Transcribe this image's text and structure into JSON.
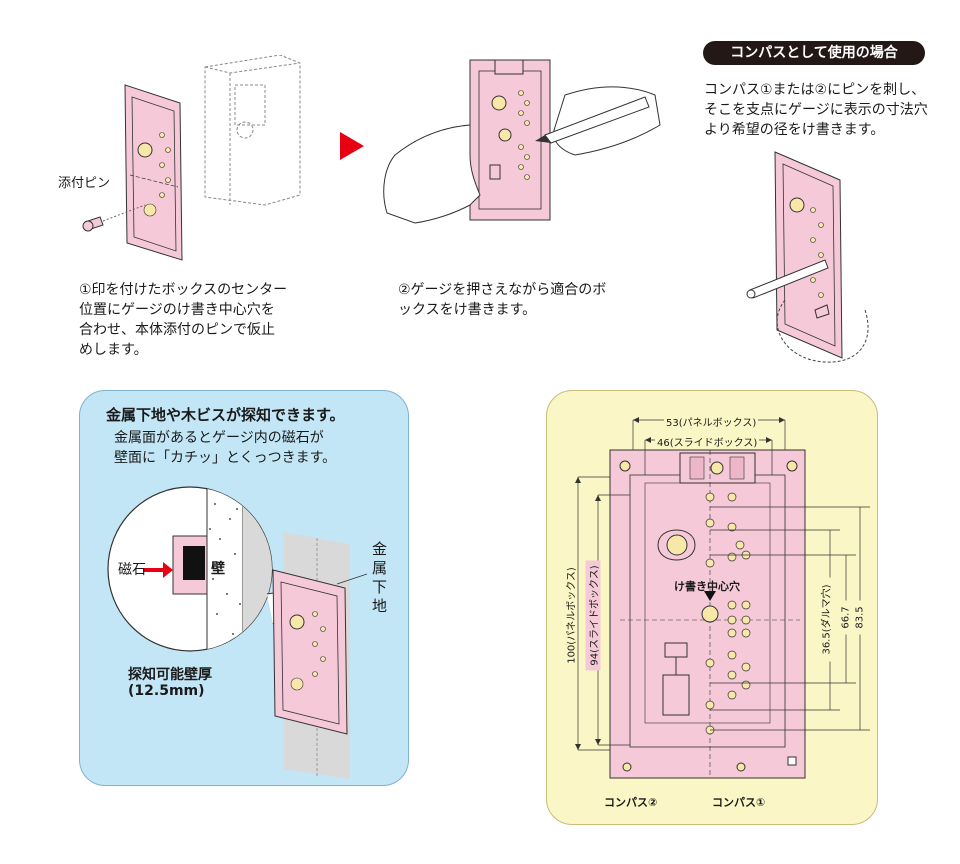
{
  "step1": {
    "pin_label": "添付ピン",
    "caption": "①印を付けたボックスのセンター\n位置にゲージのけ書き中心穴を\n合わせ、本体添付のピンで仮止\nめします。"
  },
  "step2": {
    "caption": "②ゲージを押さえながら適合のボ\nックスをけ書きます。"
  },
  "compass": {
    "title": "コンパスとして使用の場合",
    "caption": "コンパス①または②にピンを刺し、\nそこを支点にゲージに表示の寸法穴\nより希望の径をけ書きます。"
  },
  "detect": {
    "title": "金属下地や木ビスが探知できます。",
    "body": "金属面があるとゲージ内の磁石が\n壁面に「カチッ」とくっつきます。",
    "magnet_label": "磁石",
    "wall_label": "壁",
    "metal_label": "金属下地",
    "thickness_title": "探知可能壁厚",
    "thickness_value": "(12.5mm)"
  },
  "dims": {
    "panel_box_w": "53(パネルボックス)",
    "slide_box_w": "46(スライドボックス)",
    "panel_box_h": "100(パネルボックス)",
    "slide_box_h": "94(スライドボックス)",
    "center_hole": "け書き中心穴",
    "dim_36_5": "36.5(ダルマ穴)",
    "dim_66_7": "66.7",
    "dim_83_5": "83.5",
    "compass2": "コンパス②",
    "compass1": "コンパス①"
  },
  "colors": {
    "gauge_pink": "#f5c9d8",
    "arrow_red": "#e60012",
    "panel_blue": "#c3e6f6",
    "panel_yellow": "#fbf6c5",
    "hole_fill": "#f7e7a8"
  }
}
